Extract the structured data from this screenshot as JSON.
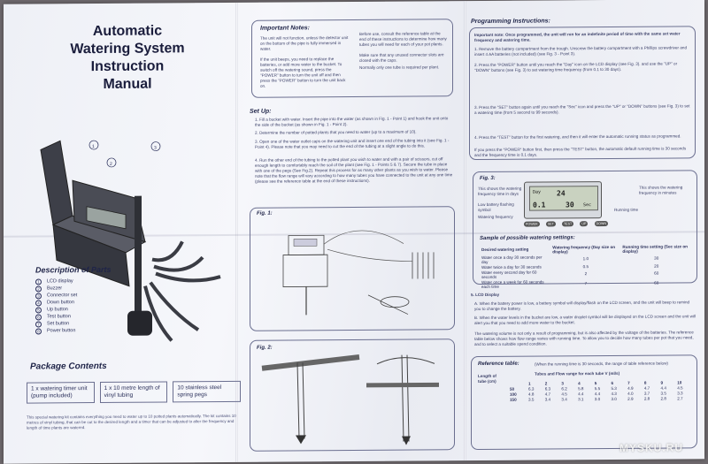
{
  "panel1": {
    "title_line1": "Automatic",
    "title_line2": "Watering System",
    "title_line3": "Instruction",
    "title_line4": "Manual",
    "parts_title": "Description of Parts",
    "parts": [
      {
        "num": "1",
        "label": "LCD display"
      },
      {
        "num": "2",
        "label": "Buzzer"
      },
      {
        "num": "3",
        "label": "Connector set"
      },
      {
        "num": "4",
        "label": "Down button"
      },
      {
        "num": "5",
        "label": "Up button"
      },
      {
        "num": "6",
        "label": "Test button"
      },
      {
        "num": "7",
        "label": "Set button"
      },
      {
        "num": "8",
        "label": "Power button"
      }
    ],
    "package_title": "Package Contents",
    "package_items": [
      "1 x watering timer unit (pump included)",
      "1 x 10 metre length of vinyl tubing",
      "10 stainless steel spring pegs"
    ],
    "footer_note": "This special watering kit contains everything you need to water up to 10 potted plants automatically. The kit contains 10 metres of vinyl tubing, that can be cut to the desired length and a timer that can be adjusted to alter the frequency and length of time plants are watered."
  },
  "panel2": {
    "notes_title": "Important Notes:",
    "notes_left": [
      "The unit will not function, unless the detector unit on the bottom of the pipe is fully immersed in water.",
      "If the unit beeps, you need to replace the batteries, or add more water to the bucket. To switch off the watering sound, press the \"POWER\" button to turn the unit off and then press the \"POWER\" button to turn the unit back on."
    ],
    "notes_right": [
      "Before use, consult the reference table at the end of these instructions to determine how many tubes you will need for each of your pot plants.",
      "Make sure that any unused connector slots are closed with the caps.",
      "Normally only one tube is required per plant."
    ],
    "setup_title": "Set Up:",
    "setup_steps": [
      "1. Fill a bucket with water. Insert the pipe into the water (as shown in Fig. 1 - Point 1) and hook the unit onto the side of the bucket (as shown in Fig. 1 - Point 2).",
      "2. Determine the number of potted plants that you need to water (up to a maximum of 10).",
      "3. Open one of the water outlet caps on the watering unit and insert one end of the tubing into it (see Fig. 1 - Point 4). Please note that you may need to cut the end of the tubing at a slight angle to do this.",
      "4. Run the other end of the tubing to the potted plant you wish to water and with a pair of scissors, cut off enough length to comfortably reach the soil of the plant (see Fig. 1 - Points 5 & 7). Secure the tube in place with one of the pegs (See Fig.2). Repeat this process for as many other plants as you wish to water. Please note that the flow range will vary according to how many tubes you have connected to the unit at any one time (please see the reference table at the end of these instructions)."
    ],
    "fig1": "Fig. 1:",
    "fig2": "Fig. 2:"
  },
  "panel3": {
    "prog_title": "Programming Instructions:",
    "important_note": "Important note: Once programmed, the unit will run for an indefinite period of time with the same set water frequency and watering time.",
    "steps": [
      "1. Remove the battery compartment from the trough. Unscrew the battery compartment with a Phillips screwdriver and insert 4 AA batteries (not included) (see Fig. 3 - Point 3).",
      "2. Press the \"POWER\" button until you reach the \"Day\" icon on the LCD display (see Fig. 3). and use the \"UP\" or \"DOWN\" buttons (see Fig. 3) to set watering time frequency (from 0.1 to 30 days).",
      "3. Press the \"SET\" button again until you reach the \"Sec\" icon and press the \"UP\" or \"DOWN\" buttons (see Fig. 3) to set a watering time (from 5 second to 99 seconds).",
      "4. Press the \"TEST\" button for the first watering, and then it will enter the automatic running status as programmed.",
      "If you press the \"POWER\" button first, then press the \"TEST\" button, the automatic default running time is 30 seconds and the frequency time is 0.1 days."
    ],
    "fig3": "Fig. 3:",
    "lcd_labels": {
      "left1": "This shows the watering frequency time in days",
      "left2": "Low battery flashing symbol",
      "left3": "Watering frequency",
      "right1": "This shows the watering frequency in minutes",
      "right2": "Running time",
      "day": "Day",
      "sec": "Sec",
      "val1": "24",
      "val2": "0.1",
      "val3": "30",
      "btns": [
        "POWER",
        "SET",
        "TEST",
        "UP",
        "DOWN"
      ]
    },
    "sample_title": "Sample of possible watering settings:",
    "sample_headers": [
      "Desired watering setting",
      "Watering frequency (Day size on display)",
      "Running time setting (Sec size on display)"
    ],
    "sample_rows": [
      [
        "Water once a day 30 seconds per day",
        "1.0",
        "30"
      ],
      [
        "Water twice a day for 30 seconds",
        "0.5",
        "20"
      ],
      [
        "Water every second day for 60 seconds",
        "2",
        "60"
      ],
      [
        "Water once a week for 60 seconds each time",
        "7",
        "60"
      ]
    ],
    "lcd_display_title": "5. LCD Display",
    "lcd_a": "A.  When the battery power is low, a battery symbol will display/flash on the LCD screen, and the unit will beep to remind you to change the battery.",
    "lcd_b": "B.  When the water levels in the bucket are low, a water droplet symbol will be displayed on the LCD screen and the unit will alert you that you need to add more water to the bucket.",
    "volume_note": "The watering volume is not only a result of programming, but is also affected by the voltage of the batteries. The reference table below shows how flow range varies with running time. To allow you to decide how many tubes per pot that you need, and to select a suitable spend condition.",
    "ref_title": "Reference table:",
    "ref_subtitle": "(When the running time is 30 seconds, the range of table reference below)",
    "ref_headers": [
      "Length of tube (cm)",
      "Tubes and Flow range for each tube V (ml/s)"
    ],
    "ref_cols": [
      "1",
      "2",
      "3",
      "4",
      "5",
      "6",
      "7",
      "8",
      "9",
      "10"
    ],
    "ref_rows": [
      {
        "len": "50",
        "vals": [
          "6.3",
          "6.3",
          "6.2",
          "5.8",
          "5.5",
          "5.3",
          "4.9",
          "4.7",
          "4.4",
          "4.5"
        ]
      },
      {
        "len": "100",
        "vals": [
          "4.8",
          "4.7",
          "4.5",
          "4.4",
          "4.4",
          "4.3",
          "4.0",
          "3.7",
          "3.5",
          "3.3"
        ]
      },
      {
        "len": "150",
        "vals": [
          "3.5",
          "3.4",
          "3.4",
          "3.1",
          "3.0",
          "3.0",
          "2.9",
          "2.8",
          "2.8",
          "2.7"
        ]
      }
    ]
  },
  "watermark": "MYSKU.RU"
}
